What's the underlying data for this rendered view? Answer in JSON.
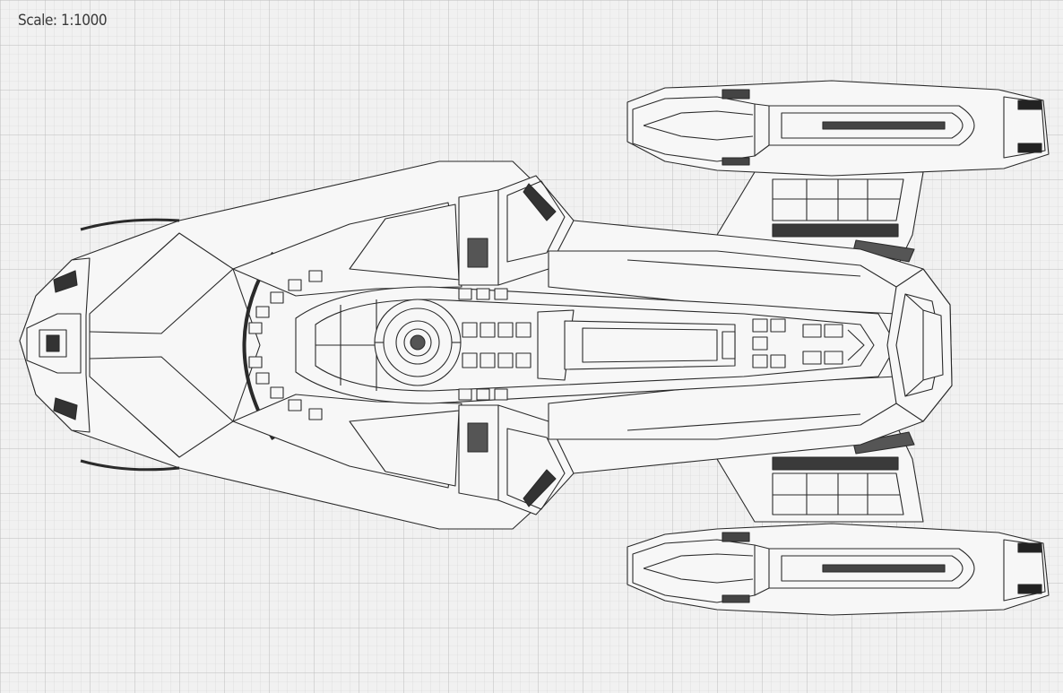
{
  "sheet": {
    "scale_label": "Scale: 1:1000",
    "paper_color": "#f1f1f1",
    "grid_minor_color": "#d4d4d4",
    "grid_major_color": "#bdbdbd",
    "ink_color": "#2a2a2a",
    "fill_color": "#f7f7f7"
  },
  "drawing": {
    "subject": "starship-top-view-sketch",
    "components": [
      "main-hull",
      "forward-bow",
      "upper-nacelle",
      "lower-nacelle",
      "upper-pylon",
      "lower-pylon",
      "central-dorsal-ridge",
      "bridge-module"
    ]
  }
}
